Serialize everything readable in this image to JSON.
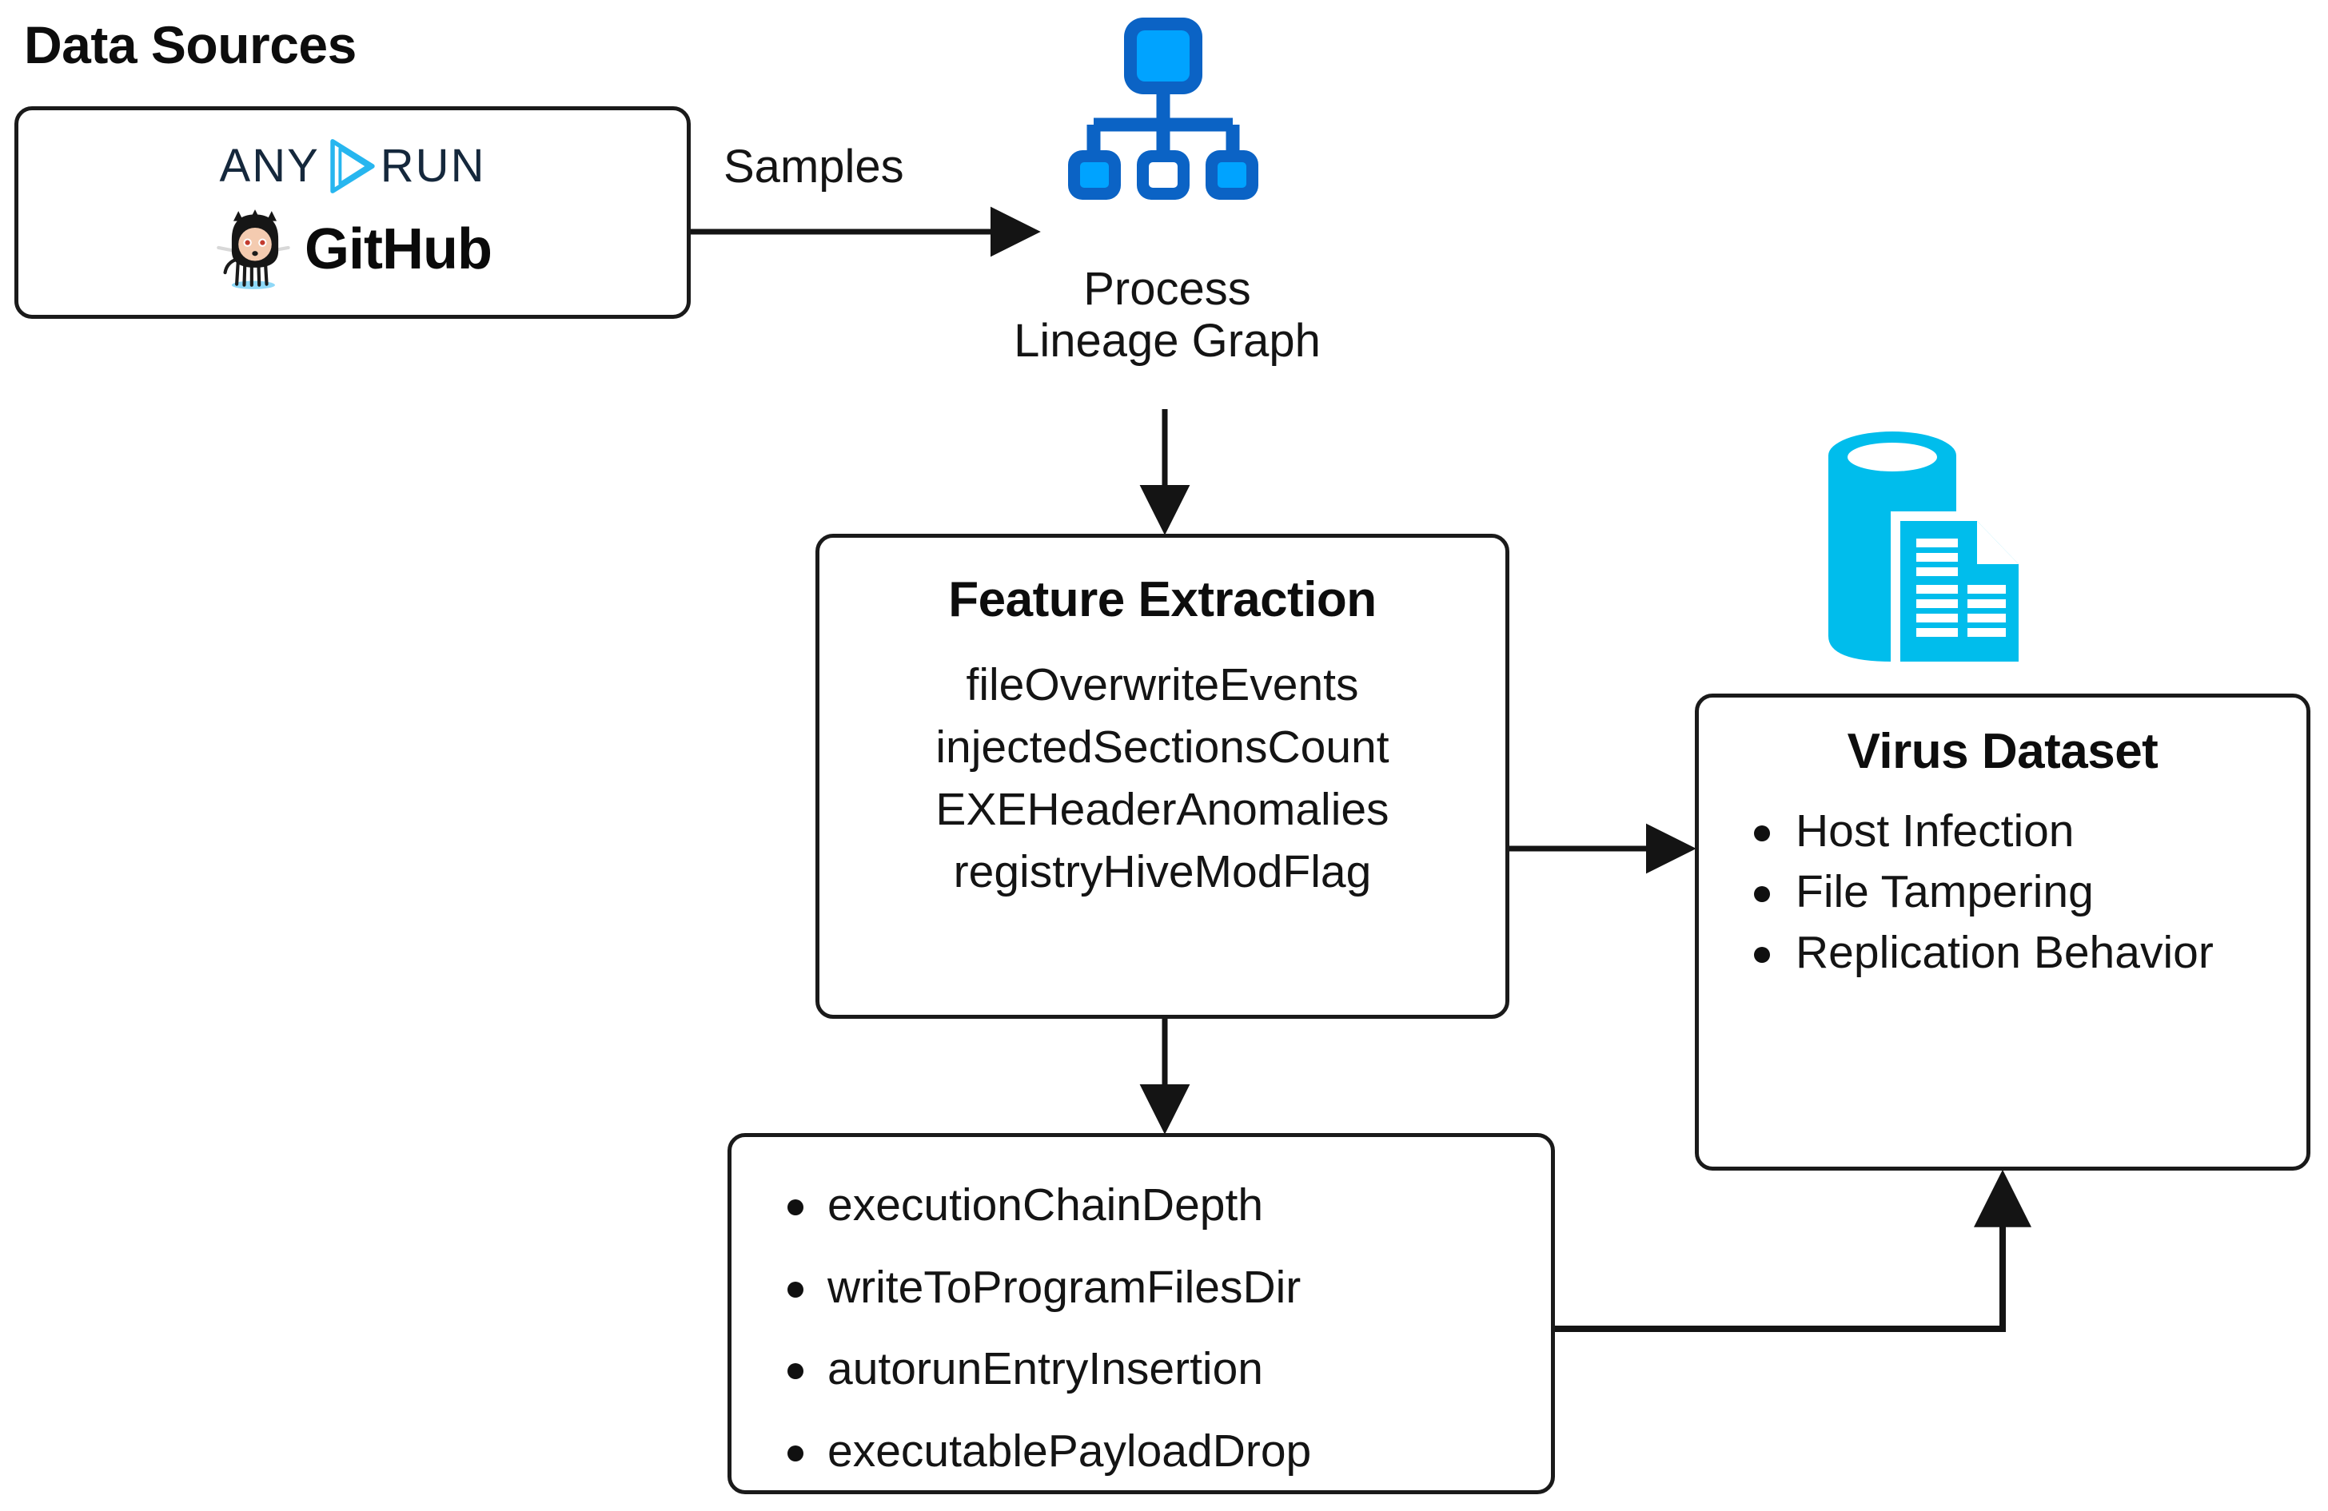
{
  "diagram": {
    "title": "Data Sources",
    "colors": {
      "hierarchy_icon_dark_blue": "#0b63c5",
      "hierarchy_icon_light_blue": "#00a3ff",
      "database_icon_cyan": "#00bdec",
      "anyrun_text": "#15283c",
      "anyrun_mark": "#27b6ef",
      "github_text": "#0a0a0a",
      "stroke": "#1a1a1a"
    },
    "nodes": {
      "data_sources": {
        "label": "Data Sources",
        "logos": [
          {
            "name": "anyrun-logo",
            "text_left": "ANY",
            "text_right": "RUN",
            "icon": "play-triangle-icon"
          },
          {
            "name": "github-logo",
            "text": "GitHub",
            "icon": "octocat-icon"
          }
        ]
      },
      "process_lineage_graph": {
        "caption_line1": "Process",
        "caption_line2": "Lineage Graph",
        "icon": "hierarchy-icon"
      },
      "feature_extraction": {
        "title": "Feature Extraction",
        "features": [
          "fileOverwriteEvents",
          "injectedSectionsCount",
          "EXEHeaderAnomalies",
          "registryHiveModFlag"
        ]
      },
      "behavior_features": {
        "features": [
          "executionChainDepth",
          "writeToProgramFilesDir",
          "autorunEntryInsertion",
          "executablePayloadDrop"
        ]
      },
      "virus_dataset": {
        "title": "Virus Dataset",
        "icon": "database-document-icon",
        "items": [
          "Host Infection",
          "File Tampering",
          "Replication Behavior"
        ]
      }
    },
    "edges": [
      {
        "name": "edge-data-sources-to-lineage",
        "label": "Samples",
        "from": "data_sources",
        "to": "process_lineage_graph"
      },
      {
        "name": "edge-lineage-to-feature-extraction",
        "label": "",
        "from": "process_lineage_graph",
        "to": "feature_extraction"
      },
      {
        "name": "edge-feature-extraction-to-virus-dataset",
        "label": "",
        "from": "feature_extraction",
        "to": "virus_dataset"
      },
      {
        "name": "edge-feature-extraction-to-behavior-features",
        "label": "",
        "from": "feature_extraction",
        "to": "behavior_features"
      },
      {
        "name": "edge-behavior-features-to-virus-dataset",
        "label": "",
        "from": "behavior_features",
        "to": "virus_dataset"
      }
    ]
  }
}
